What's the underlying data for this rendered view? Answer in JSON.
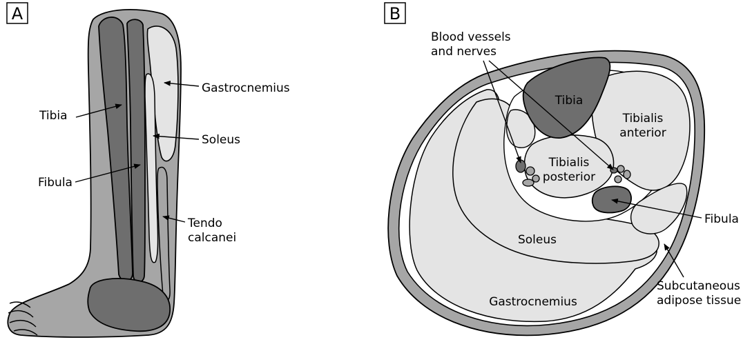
{
  "panel_a": {
    "letter": "A",
    "labels": {
      "tibia": "Tibia",
      "fibula": "Fibula",
      "gastrocnemius": "Gastrocnemius",
      "soleus": "Soleus",
      "tendo_line1": "Tendo",
      "tendo_line2": "calcanei"
    }
  },
  "panel_b": {
    "letter": "B",
    "labels": {
      "vessels_line1": "Blood vessels",
      "vessels_line2": "and nerves",
      "tibia": "Tibia",
      "tibialis_anterior_line1": "Tibialis",
      "tibialis_anterior_line2": "anterior",
      "tibialis_posterior_line1": "Tibialis",
      "tibialis_posterior_line2": "posterior",
      "soleus": "Soleus",
      "gastrocnemius": "Gastrocnemius",
      "fibula": "Fibula",
      "adipose_line1": "Subcutaneous",
      "adipose_line2": "adipose tissue"
    }
  },
  "colors": {
    "skin": "#a6a6a6",
    "bone": "#6e6e6e",
    "muscle": "#e4e4e4",
    "outline": "#000000",
    "background": "#ffffff"
  }
}
